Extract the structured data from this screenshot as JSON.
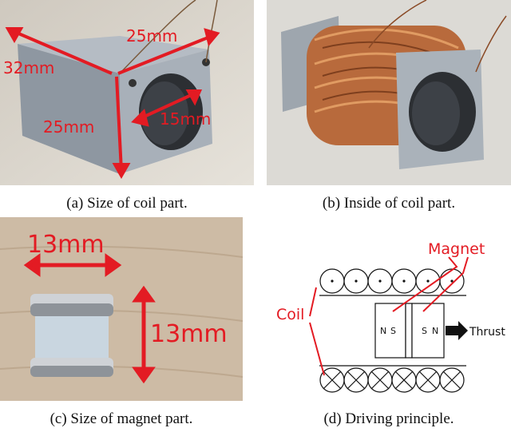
{
  "panels": {
    "a": {
      "caption": "(a) Size of coil part.",
      "labels": {
        "width": "25mm",
        "depth": "32mm",
        "height": "25mm",
        "hole": "15mm"
      }
    },
    "b": {
      "caption": "(b) Inside of coil part."
    },
    "c": {
      "caption": "(c) Size of magnet part.",
      "labels": {
        "width": "13mm",
        "height": "13mm"
      }
    },
    "d": {
      "caption": "(d) Driving principle.",
      "labels": {
        "magnet": "Magnet",
        "coil": "Coil",
        "thrust": "Thrust",
        "pole_n": "N",
        "pole_s": "S"
      }
    }
  },
  "colors": {
    "annotation": "#e31b23",
    "photo_bg": "#d9d4cb",
    "coil_part": "#9aa3ad",
    "copper": "#b86a3c",
    "wood": "#cdbba5"
  }
}
